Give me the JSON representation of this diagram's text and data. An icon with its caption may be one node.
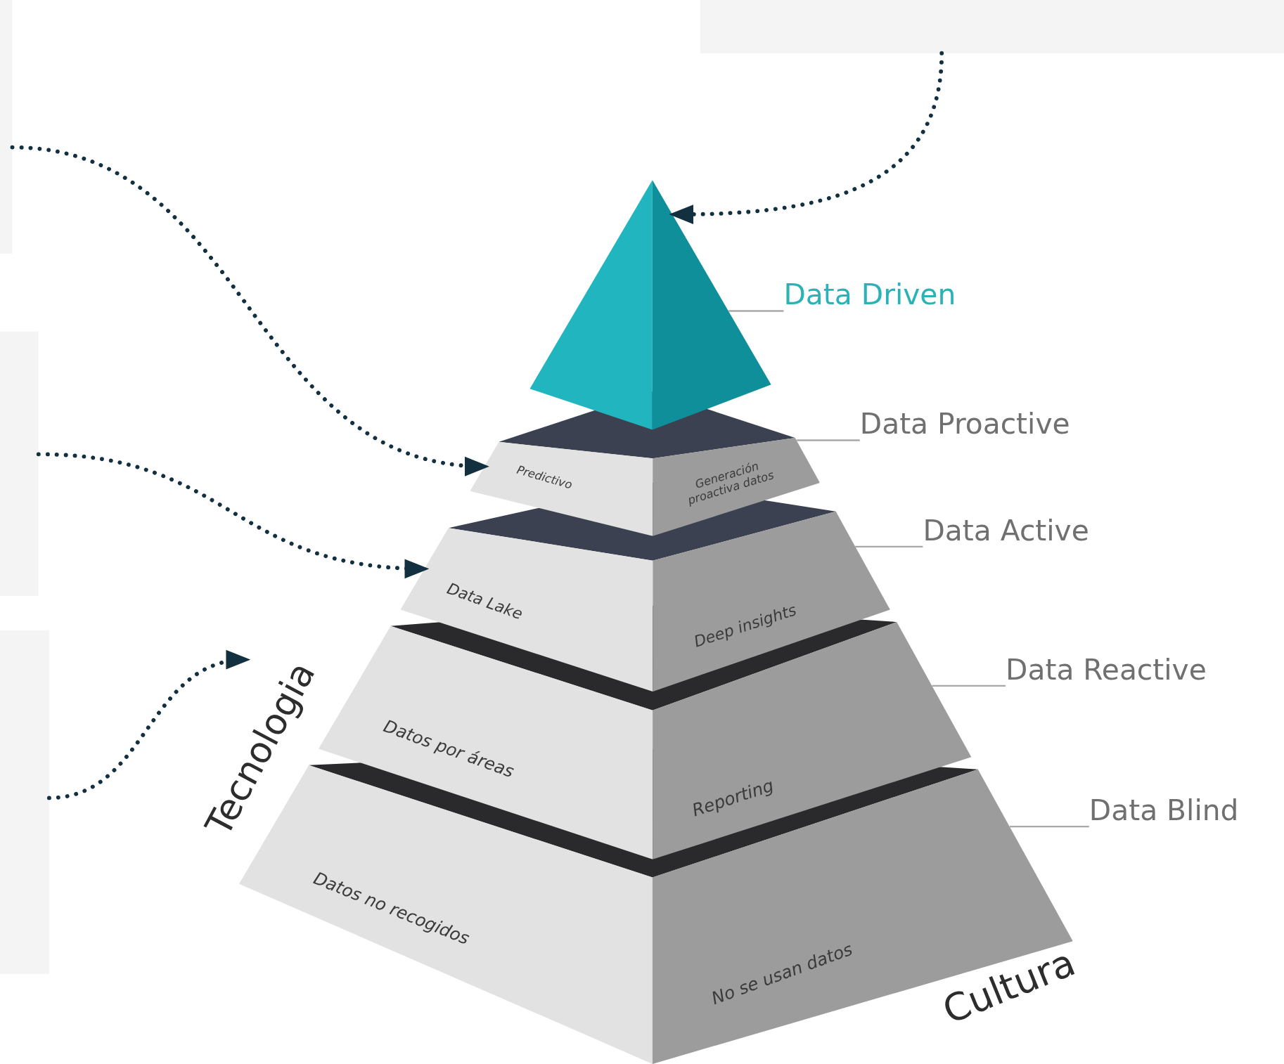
{
  "diagram": {
    "nodes": [
      {
        "text": [],
        "shape": "box"
      },
      {
        "text": [],
        "shape": "box"
      },
      {
        "text": [],
        "shape": "triangle"
      },
      {
        "text": [
          "Data Driven"
        ]
      },
      {
        "text": [
          "Predictivo",
          "Generación proactiva datos"
        ]
      },
      {
        "text": [
          "Data Proactive"
        ]
      },
      {
        "text": [],
        "shape": "box"
      },
      {
        "text": [
          "Data Lake",
          "Deep insights"
        ]
      },
      {
        "text": [
          "Data Active"
        ]
      },
      {
        "text": [],
        "shape": "box"
      },
      {
        "text": [
          "Tecnologia"
        ]
      },
      {
        "text": [
          "Datos por áreas",
          "Reporting"
        ]
      },
      {
        "text": [
          "Data Reactive"
        ]
      },
      {
        "text": [
          "Datos no recogidos",
          "No se usan datos"
        ]
      },
      {
        "text": [
          "Data Blind"
        ]
      }
    ],
    "edges": [
      {
        "from": 0,
        "to": 4,
        "arrow": "to",
        "style": "dashed",
        "color": "#12303f"
      },
      {
        "from": 1,
        "to": 2,
        "arrow": "to",
        "style": "dashed",
        "color": "#12303f"
      },
      {
        "from": 6,
        "to": 7,
        "arrow": "to",
        "style": "dashed",
        "color": "#12303f"
      },
      {
        "from": 9,
        "to": 10,
        "arrow": "to",
        "style": "dashed",
        "color": "#12303f"
      },
      {
        "from": 3,
        "to": 2,
        "arrow": "none"
      },
      {
        "from": 5,
        "to": 4,
        "arrow": "none"
      },
      {
        "from": 8,
        "to": 7,
        "arrow": "none"
      },
      {
        "from": 12,
        "to": 11,
        "arrow": "none"
      },
      {
        "from": 14,
        "to": 13,
        "arrow": "none"
      }
    ],
    "labels": [
      "Cultura"
    ]
  }
}
